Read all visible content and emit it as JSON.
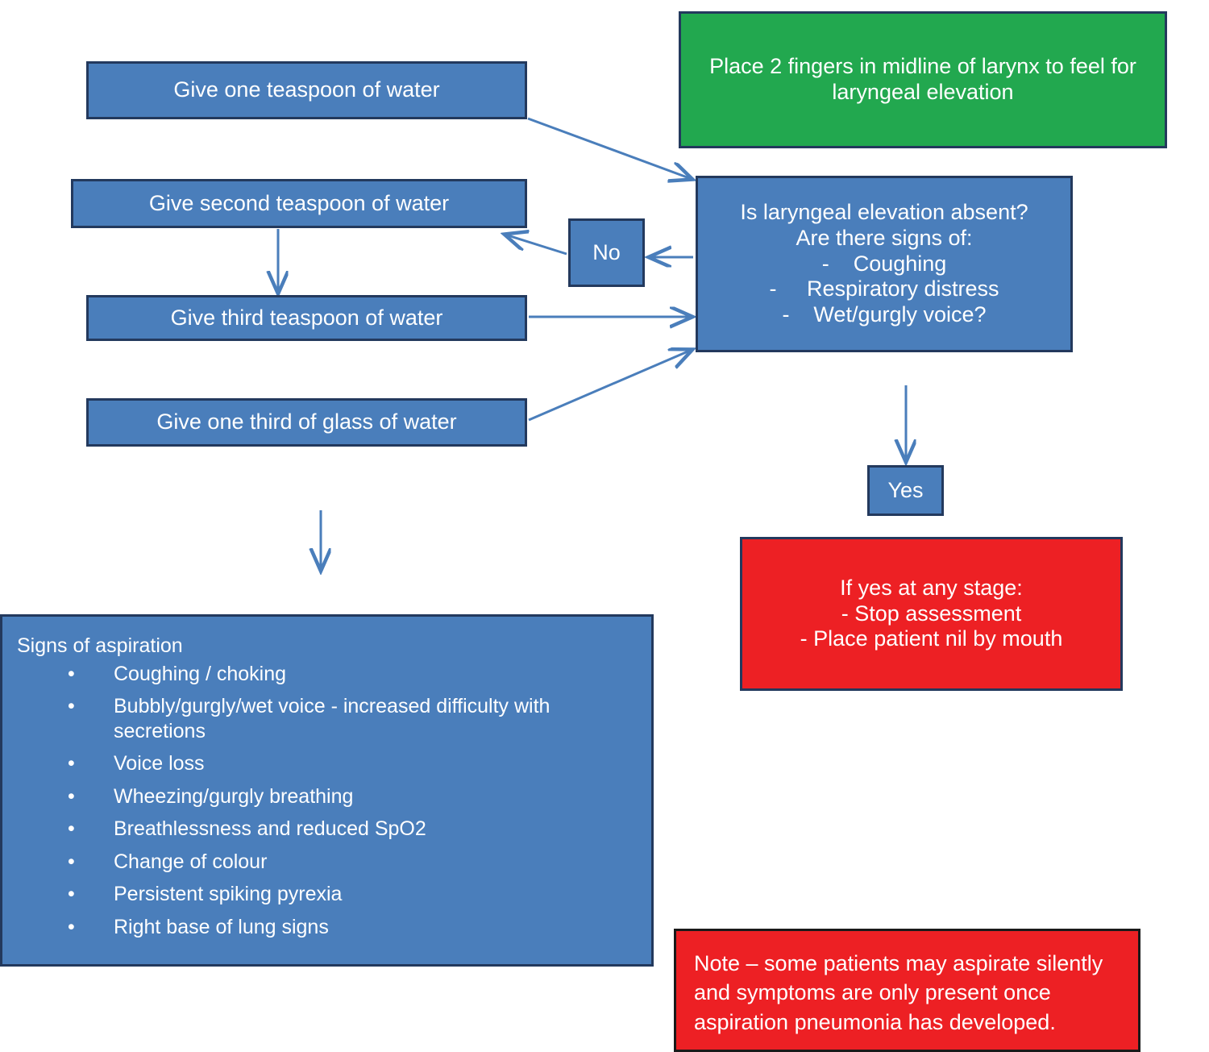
{
  "colors": {
    "blue_fill": "#4a7ebb",
    "green_fill": "#22a84f",
    "red_fill": "#ed2024",
    "box_border": "#23395d",
    "note_border": "#1a1a1a",
    "arrow": "#4a7ebb",
    "text": "#ffffff",
    "background": "#ffffff"
  },
  "nodes": {
    "teaspoon_1": "Give one teaspoon of water",
    "teaspoon_2": "Give second teaspoon of water",
    "teaspoon_3": "Give third teaspoon of water",
    "glass": "Give one third of glass of water",
    "green_instruction": "Place 2 fingers in midline of larynx to feel for laryngeal elevation",
    "decision": {
      "line_1": "Is laryngeal elevation absent?",
      "line_2": "Are there signs of:",
      "bullet_1": "-    Coughing",
      "bullet_2": "-     Respiratory distress",
      "bullet_3": "-    Wet/gurgly voice?"
    },
    "no_label": "No",
    "yes_label": "Yes",
    "if_yes": {
      "line_1": "If yes at any stage:",
      "line_2": "- Stop assessment",
      "line_3": "- Place patient nil by mouth"
    },
    "signs": {
      "title": "Signs of aspiration",
      "items": [
        "Coughing / choking",
        "Bubbly/gurgly/wet voice - increased difficulty with secretions",
        "Voice loss",
        "Wheezing/gurgly breathing",
        "Breathlessness and reduced SpO2",
        "Change of colour",
        "Persistent spiking pyrexia",
        "Right base of lung signs"
      ],
      "bullet_glyph": "•"
    },
    "note": "Note – some patients may aspirate silently and symptoms are only present once aspiration pneumonia has developed."
  }
}
